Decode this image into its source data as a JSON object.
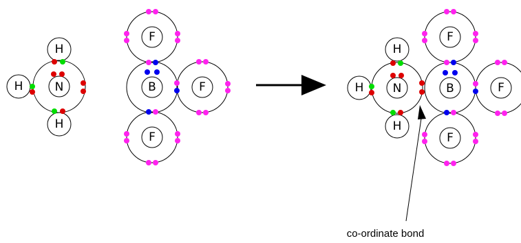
{
  "colors": {
    "hydrogen": "#00dd00",
    "nitrogen": "#dd0000",
    "boron": "#0000ee",
    "fluorine": "#ff22ee"
  },
  "symbols": {
    "H": "H",
    "N": "N",
    "B": "B",
    "F": "F"
  },
  "caption": "co-ordinate bond"
}
